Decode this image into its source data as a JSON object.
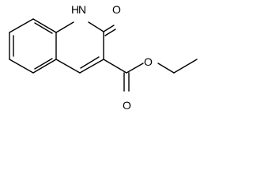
{
  "molecule": {
    "atoms": {
      "nh": "H",
      "n1": "N",
      "o_keto": "O",
      "o_ester": "O",
      "o_carbonyl": "O"
    }
  }
}
